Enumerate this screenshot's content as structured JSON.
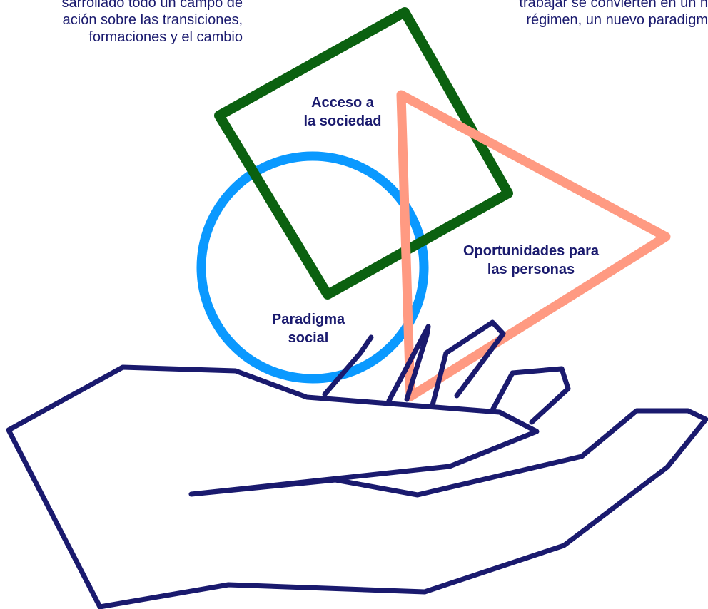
{
  "text_top_left": [
    "sarrollado todo un campo de",
    "ación sobre las transiciones,",
    "formaciones y el cambio"
  ],
  "text_top_right": [
    "trabajar se convierten en un n",
    "régimen, un nuevo paradigm"
  ],
  "shapes": {
    "square": {
      "label_lines": [
        "Acceso a",
        "la sociedad"
      ],
      "color": "#0b6110"
    },
    "triangle": {
      "label_lines": [
        "Oportunidades para",
        "las personas"
      ],
      "color": "#ff9a82"
    },
    "circle": {
      "label_lines": [
        "Paradigma",
        "social"
      ],
      "color": "#0a99ff"
    }
  },
  "hand": {
    "icon": "open-hand-outline",
    "color": "#1a1a6e"
  }
}
